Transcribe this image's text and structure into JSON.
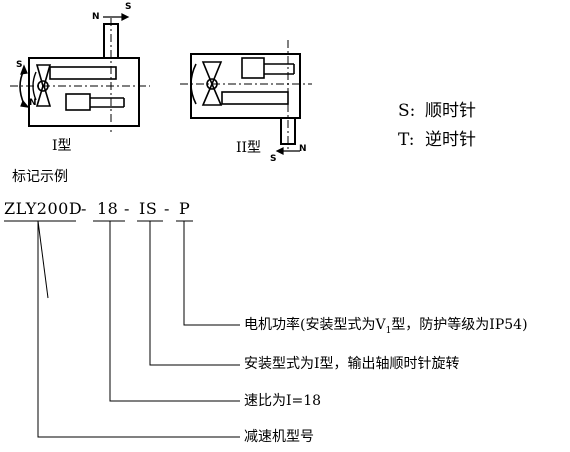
{
  "diagram": {
    "type_I": {
      "caption": "I型",
      "shaft_marks": [
        "N",
        "S",
        "S",
        "N"
      ]
    },
    "type_II": {
      "caption": "II型",
      "shaft_marks": [
        "S",
        "N"
      ]
    },
    "legend": [
      {
        "key": "S:",
        "text": "顺时针"
      },
      {
        "key": "T:",
        "text": "逆时针"
      }
    ],
    "example_title": "标记示例",
    "model_code": {
      "parts": [
        "ZLY200D",
        "-",
        "18",
        "-",
        "IS",
        "-",
        "P"
      ]
    },
    "annotations": [
      {
        "text": "电机功率(安装型式为V",
        "subscript": "1",
        "text_after": "型，防护等级为IP54)"
      },
      {
        "text": "安装型式为I型，输出轴顺时针旋转"
      },
      {
        "text": "速比为I=18"
      },
      {
        "text": "减速机型号"
      }
    ]
  }
}
